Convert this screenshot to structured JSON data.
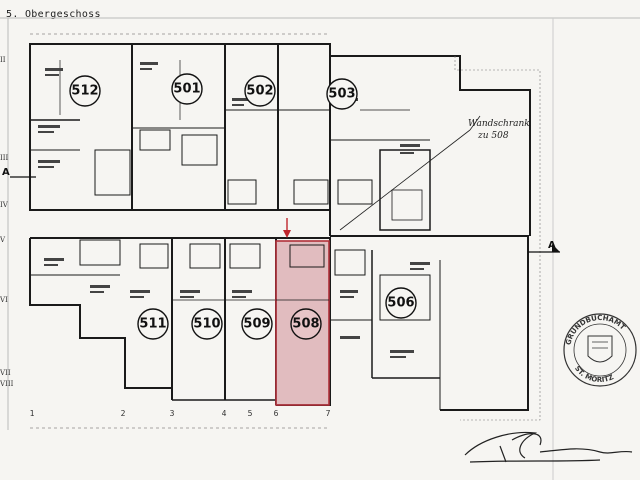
{
  "page_title": "5. Obergeschoss",
  "units": [
    {
      "label": "512"
    },
    {
      "label": "501"
    },
    {
      "label": "502"
    },
    {
      "label": "503"
    },
    {
      "label": "511"
    },
    {
      "label": "510"
    },
    {
      "label": "509"
    },
    {
      "label": "508",
      "highlighted": true
    },
    {
      "label": "506"
    }
  ],
  "annotation": {
    "line1": "Wandschrank",
    "line2": "zu 508"
  },
  "section_marks": {
    "left": "A",
    "right": "A"
  },
  "grid_numbers": [
    "1",
    "2",
    "3",
    "4",
    "5",
    "6",
    "7"
  ],
  "grid_romans": [
    "II",
    "III",
    "IV",
    "V",
    "VI",
    "VII",
    "VIII"
  ],
  "stamp": {
    "text": "GRUNDBUCHAMT ST. MORITZ"
  },
  "colors": {
    "highlight_fill": "#d9a8ad",
    "highlight_stroke": "#b0303a",
    "ink": "#1a1a1a",
    "paper": "#f6f5f2"
  },
  "icons": [
    "red-arrow-icon",
    "stamp-seal",
    "signature"
  ]
}
